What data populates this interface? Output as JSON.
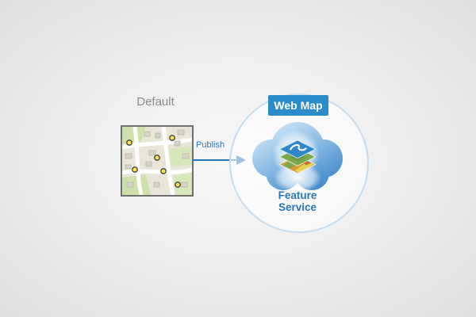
{
  "diagram": {
    "source": {
      "label": "Default"
    },
    "arrow": {
      "label": "Publish"
    },
    "target": {
      "badge": "Web Map",
      "caption": "Feature Service"
    }
  },
  "icons": {
    "map_thumbnail": "map-thumbnail-icon",
    "publish_arrow": "arrow-right-icon",
    "cloud": "cloud-icon",
    "layers": "map-layers-icon",
    "points": "yellow-point-marker-icon"
  },
  "colors": {
    "accent_blue": "#2b8cca",
    "arrow_blue": "#2678be",
    "circle_outline": "#c8dcee",
    "cloud_light": "#d9ebf9",
    "cloud_dark": "#4189cc",
    "label_gray": "#8a8a8a",
    "map_border": "#6f6f6f",
    "point_yellow": "#fce24c",
    "layer_green": "#79a94c",
    "layer_orange": "#d89a3a"
  }
}
